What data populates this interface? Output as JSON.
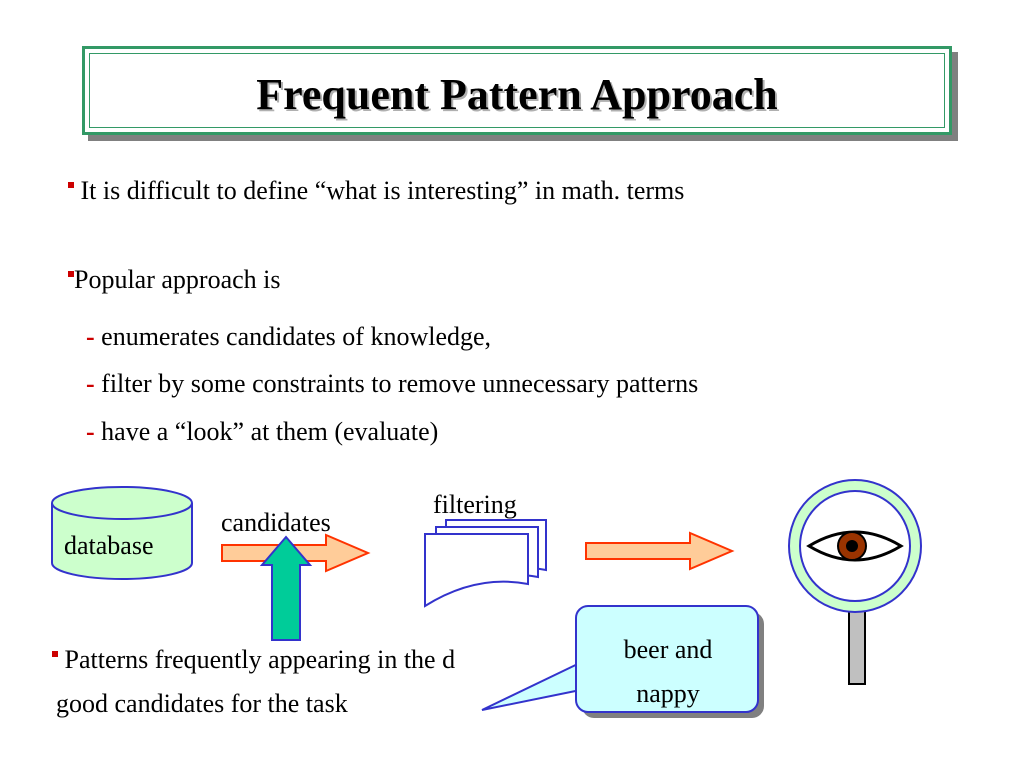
{
  "title": "Frequent Pattern Approach",
  "bullets": {
    "b1": "It is difficult to define “what is interesting” in math. terms",
    "b2": "Popular approach is",
    "sub1": "enumerates candidates of knowledge,",
    "sub2": "filter by some constraints to remove unnecessary patterns",
    "sub3": "have a “look” at them (evaluate)",
    "dash": "-",
    "b3_line1": "Patterns frequently appearing in the d",
    "b3_line2": "good candidates for the task"
  },
  "diagram": {
    "database_label": "database",
    "candidates_label": "candidates",
    "filtering_label": "filtering",
    "callout_line1": "beer and",
    "callout_line2": "nappy"
  },
  "colors": {
    "title_border": "#339966",
    "bullet": "#cc0000",
    "cylinder_fill": "#ccffcc",
    "cylinder_stroke": "#3333cc",
    "arrow_fill": "#ffcc99",
    "arrow_stroke": "#ff3300",
    "up_arrow_fill": "#00cc99",
    "callout_fill": "#ccffff",
    "lens_fill": "#ccffcc",
    "iris": "#993300"
  }
}
